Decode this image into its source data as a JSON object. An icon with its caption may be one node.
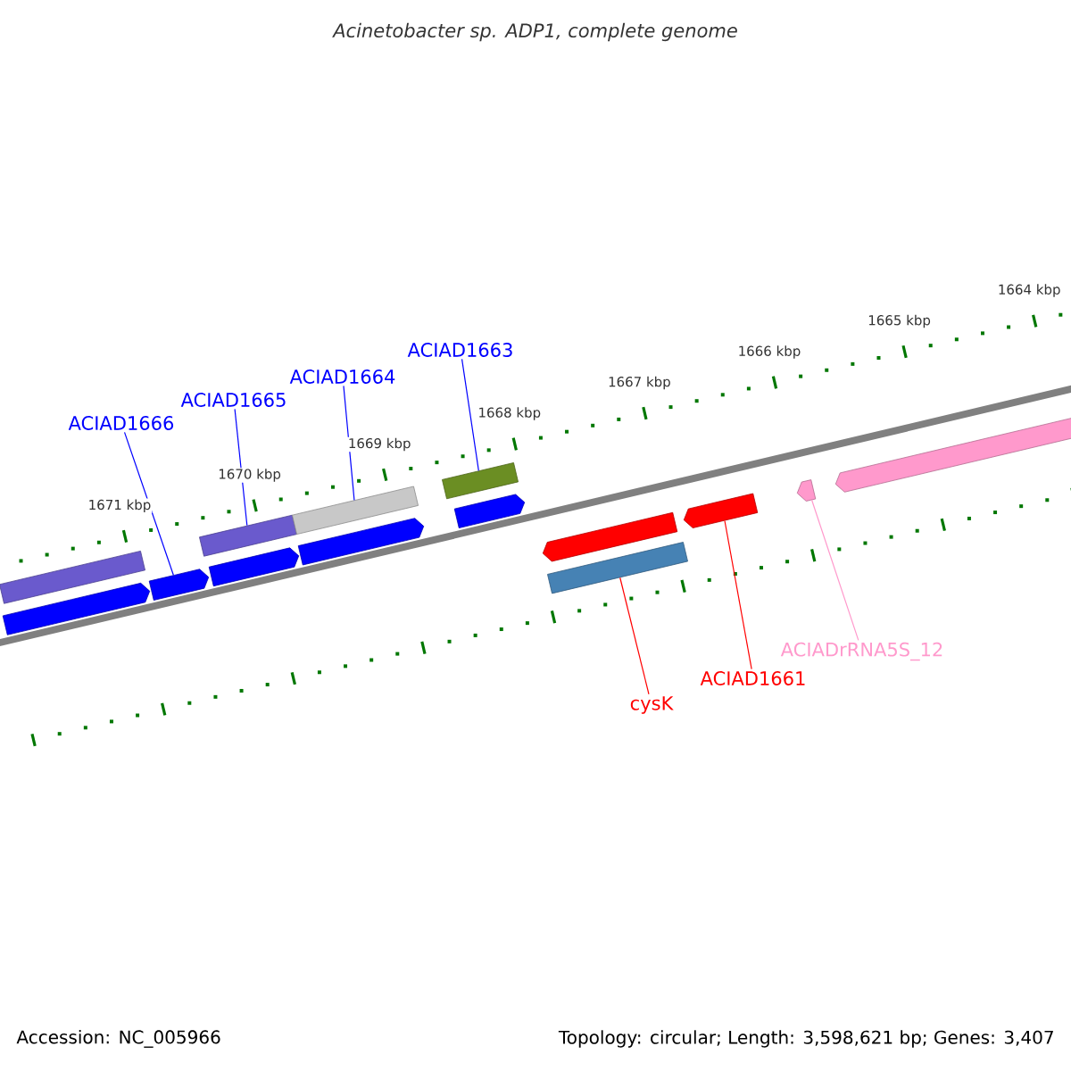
{
  "diagram": {
    "title": "Acinetobacter sp. ADP1, complete genome",
    "nodes": [
      {
        "text": [
          "ACIAD1666"
        ]
      },
      {
        "text": [
          "ACIAD1665"
        ]
      },
      {
        "text": [
          "ACIAD1664"
        ]
      },
      {
        "text": [
          "ACIAD1663"
        ]
      },
      {
        "text": [
          "cysK"
        ]
      },
      {
        "text": [
          "ACIAD1661"
        ]
      },
      {
        "text": [
          "ACIADrRNA5S_12"
        ]
      },
      {
        "text": [],
        "shape": "bar"
      },
      {
        "text": [],
        "shape": "bar"
      },
      {
        "text": [],
        "shape": "bar"
      },
      {
        "text": [],
        "shape": "bar"
      },
      {
        "text": [],
        "shape": "bar"
      },
      {
        "text": [],
        "shape": "bar"
      },
      {
        "text": [],
        "shape": "bar"
      },
      {
        "text": [],
        "shape": "bar"
      },
      {
        "text": [],
        "shape": "bar"
      },
      {
        "text": [],
        "shape": "bar"
      },
      {
        "text": [],
        "shape": "bar"
      },
      {
        "text": [],
        "shape": "bar"
      },
      {
        "text": [],
        "shape": "bar"
      },
      {
        "text": [],
        "shape": "bar"
      }
    ],
    "edges": [
      {
        "from": 0,
        "to": 9,
        "arrow": "none"
      },
      {
        "from": 1,
        "to": 10,
        "arrow": "none"
      },
      {
        "from": 2,
        "to": 12,
        "arrow": "none"
      },
      {
        "from": 3,
        "to": 14,
        "arrow": "none"
      },
      {
        "from": 4,
        "to": 17,
        "arrow": "none",
        "color": "#ff0000"
      },
      {
        "from": 5,
        "to": 18,
        "arrow": "none",
        "color": "#ff0000"
      },
      {
        "from": 6,
        "to": 19,
        "arrow": "none",
        "color": "#ff99cc"
      }
    ],
    "labels": [
      "1671 kbp",
      "1670 kbp",
      "1669 kbp",
      "1668 kbp",
      "1667 kbp",
      "1666 kbp",
      "1665 kbp",
      "1664 kbp",
      "Accession: NC_005966",
      "Topology: circular; Length: 3,598,621 bp; Genes: 3,407"
    ]
  }
}
